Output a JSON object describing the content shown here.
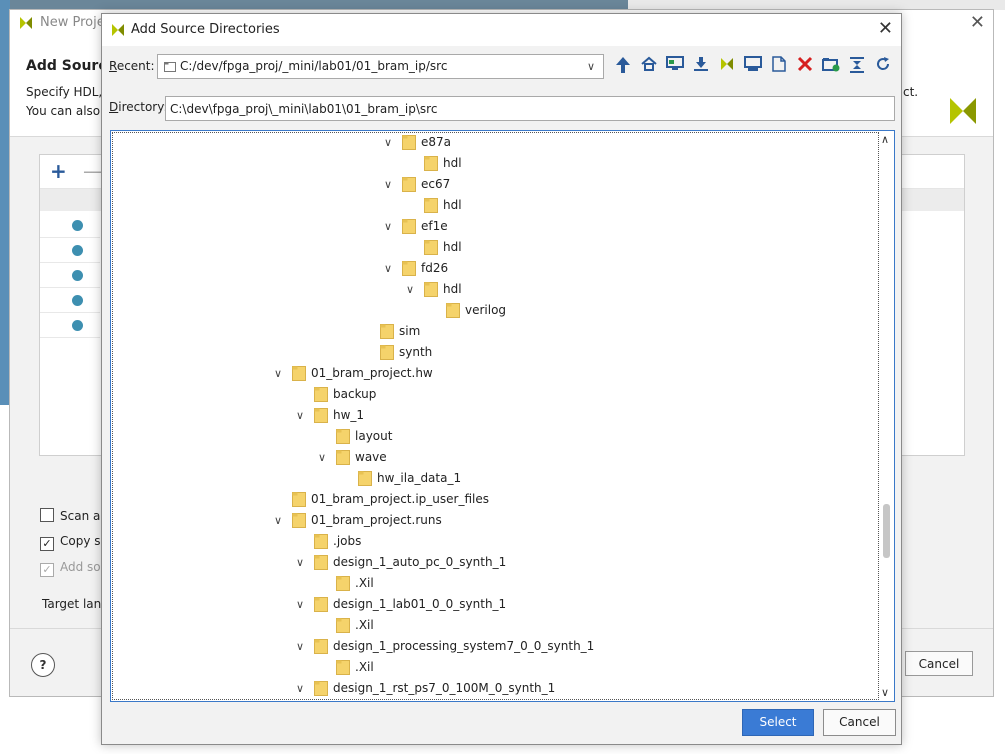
{
  "background_window": {
    "title": "New Project",
    "heading": "Add Source",
    "desc_line1": "Specify HDL, n",
    "desc_line2": "You can also",
    "desc_end": "ct.",
    "checkbox_scan": "Scan an",
    "checkbox_copy": "Copy so",
    "checkbox_add": "Add sou",
    "target_lang": "Target lang",
    "cancel_label": "Cancel",
    "help_label": "?",
    "plus_label": "+",
    "minus_label": "—"
  },
  "dialog": {
    "title": "Add Source Directories",
    "recent_label_u": "R",
    "recent_label_rest": "ecent:",
    "recent_value": "C:/dev/fpga_proj/_mini/lab01/01_bram_ip/src",
    "directory_label_u": "D",
    "directory_label_rest": "irectory:",
    "directory_value": "C:\\dev\\fpga_proj\\_mini\\lab01\\01_bram_ip\\src",
    "select_label": "Select",
    "cancel_label": "Cancel"
  },
  "tree": [
    {
      "name": "e87a",
      "level": 5,
      "expanded": true
    },
    {
      "name": "hdl",
      "level": 6,
      "expanded": null
    },
    {
      "name": "ec67",
      "level": 5,
      "expanded": true
    },
    {
      "name": "hdl",
      "level": 6,
      "expanded": null
    },
    {
      "name": "ef1e",
      "level": 5,
      "expanded": true
    },
    {
      "name": "hdl",
      "level": 6,
      "expanded": null
    },
    {
      "name": "fd26",
      "level": 5,
      "expanded": true
    },
    {
      "name": "hdl",
      "level": 6,
      "expanded": true
    },
    {
      "name": "verilog",
      "level": 7,
      "expanded": null
    },
    {
      "name": "sim",
      "level": 4,
      "expanded": null
    },
    {
      "name": "synth",
      "level": 4,
      "expanded": null
    },
    {
      "name": "01_bram_project.hw",
      "level": 0,
      "expanded": true
    },
    {
      "name": "backup",
      "level": 1,
      "expanded": null
    },
    {
      "name": "hw_1",
      "level": 1,
      "expanded": true
    },
    {
      "name": "layout",
      "level": 2,
      "expanded": null
    },
    {
      "name": "wave",
      "level": 2,
      "expanded": true
    },
    {
      "name": "hw_ila_data_1",
      "level": 3,
      "expanded": null
    },
    {
      "name": "01_bram_project.ip_user_files",
      "level": 0,
      "expanded": null
    },
    {
      "name": "01_bram_project.runs",
      "level": 0,
      "expanded": true
    },
    {
      "name": ".jobs",
      "level": 1,
      "expanded": null
    },
    {
      "name": "design_1_auto_pc_0_synth_1",
      "level": 1,
      "expanded": true
    },
    {
      "name": ".Xil",
      "level": 2,
      "expanded": null
    },
    {
      "name": "design_1_lab01_0_0_synth_1",
      "level": 1,
      "expanded": true
    },
    {
      "name": ".Xil",
      "level": 2,
      "expanded": null
    },
    {
      "name": "design_1_processing_system7_0_0_synth_1",
      "level": 1,
      "expanded": true
    },
    {
      "name": ".Xil",
      "level": 2,
      "expanded": null
    },
    {
      "name": "design_1_rst_ps7_0_100M_0_synth_1",
      "level": 1,
      "expanded": true
    }
  ],
  "toolbar_icons": [
    "up-folder-icon",
    "home-icon",
    "desktop-icon",
    "download-icon",
    "vivado-project-icon",
    "computer-icon",
    "new-file-icon",
    "delete-icon",
    "new-folder-icon",
    "collapse-all-icon",
    "refresh-icon"
  ],
  "colors": {
    "accent": "#3a7bd5",
    "folder": "#f5d36b",
    "delete": "#d62020",
    "status_dot": "#3d8fb0"
  }
}
